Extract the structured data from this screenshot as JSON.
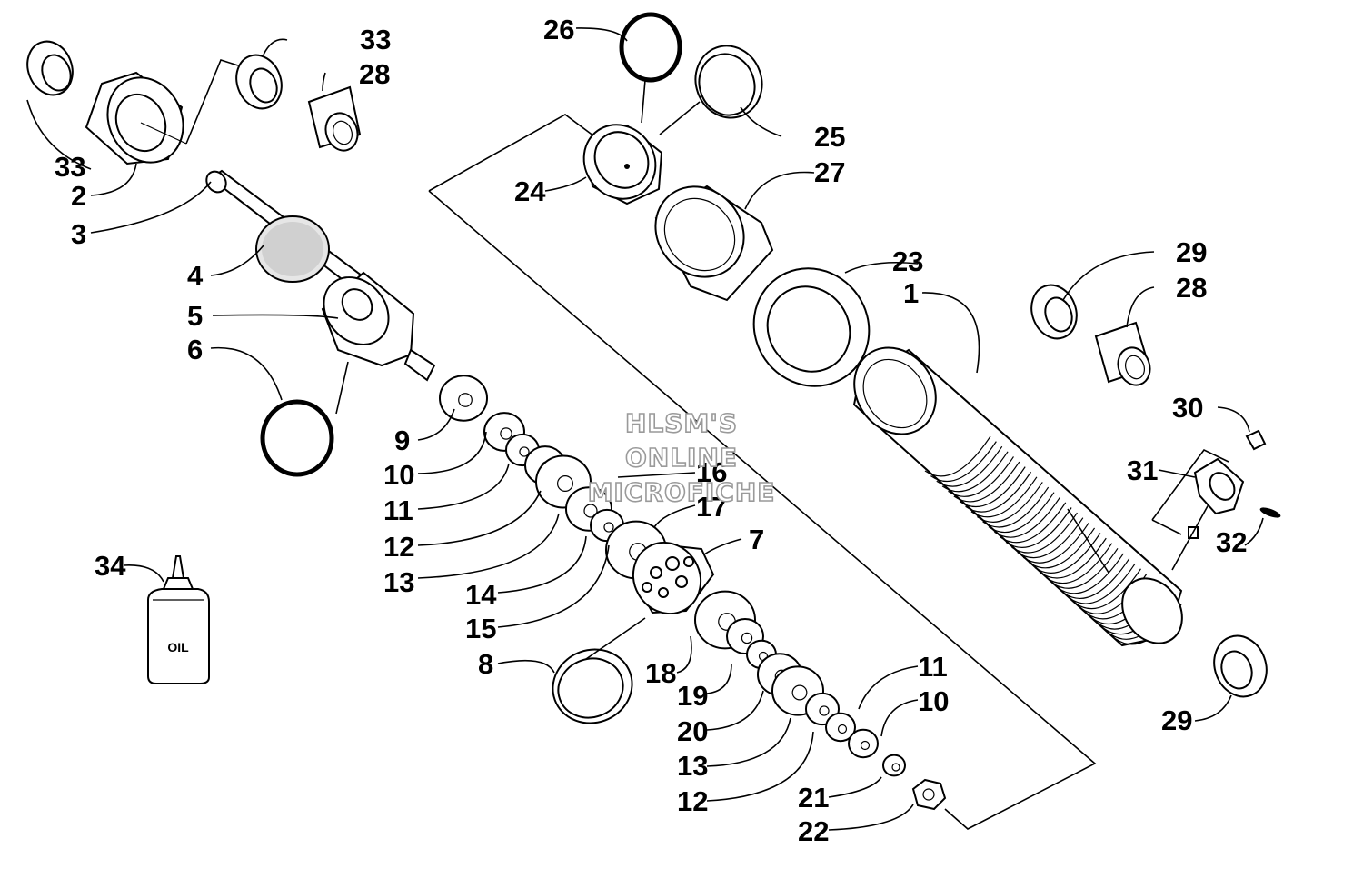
{
  "watermark": [
    "HLSM'S",
    "ONLINE",
    "MICROFICHE"
  ],
  "bottle_label": "OIL",
  "callouts": [
    {
      "id": "c1",
      "num": "1"
    },
    {
      "id": "c2",
      "num": "2"
    },
    {
      "id": "c3",
      "num": "3"
    },
    {
      "id": "c4",
      "num": "4"
    },
    {
      "id": "c5",
      "num": "5"
    },
    {
      "id": "c6",
      "num": "6"
    },
    {
      "id": "c7",
      "num": "7"
    },
    {
      "id": "c8",
      "num": "8"
    },
    {
      "id": "c9",
      "num": "9"
    },
    {
      "id": "c10a",
      "num": "10"
    },
    {
      "id": "c10b",
      "num": "10"
    },
    {
      "id": "c11a",
      "num": "11"
    },
    {
      "id": "c11b",
      "num": "11"
    },
    {
      "id": "c12a",
      "num": "12"
    },
    {
      "id": "c12b",
      "num": "12"
    },
    {
      "id": "c13a",
      "num": "13"
    },
    {
      "id": "c13b",
      "num": "13"
    },
    {
      "id": "c14",
      "num": "14"
    },
    {
      "id": "c15",
      "num": "15"
    },
    {
      "id": "c16",
      "num": "16"
    },
    {
      "id": "c17",
      "num": "17"
    },
    {
      "id": "c18",
      "num": "18"
    },
    {
      "id": "c19",
      "num": "19"
    },
    {
      "id": "c20",
      "num": "20"
    },
    {
      "id": "c21",
      "num": "21"
    },
    {
      "id": "c22",
      "num": "22"
    },
    {
      "id": "c23",
      "num": "23"
    },
    {
      "id": "c24",
      "num": "24"
    },
    {
      "id": "c25",
      "num": "25"
    },
    {
      "id": "c26",
      "num": "26"
    },
    {
      "id": "c27",
      "num": "27"
    },
    {
      "id": "c28a",
      "num": "28"
    },
    {
      "id": "c28b",
      "num": "28"
    },
    {
      "id": "c29a",
      "num": "29"
    },
    {
      "id": "c29b",
      "num": "29"
    },
    {
      "id": "c30",
      "num": "30"
    },
    {
      "id": "c31",
      "num": "31"
    },
    {
      "id": "c32",
      "num": "32"
    },
    {
      "id": "c33a",
      "num": "33"
    },
    {
      "id": "c33b",
      "num": "33"
    },
    {
      "id": "c34",
      "num": "34"
    }
  ]
}
